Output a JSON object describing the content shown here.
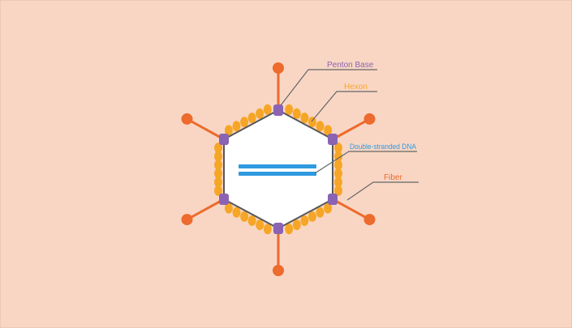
{
  "colors": {
    "background": "#f9d6c4",
    "capsid_fill": "#ffffff",
    "capsid_stroke": "#575757",
    "hexon": "#f6a626",
    "penton_base": "#8a63b3",
    "fiber": "#ec6b2d",
    "dna": "#2f9ae0",
    "leader_line": "#666666"
  },
  "labels": {
    "penton_base": "Penton Base",
    "hexon": "Hexon",
    "dna": "Double-stranded DNA",
    "fiber": "Fiber"
  }
}
